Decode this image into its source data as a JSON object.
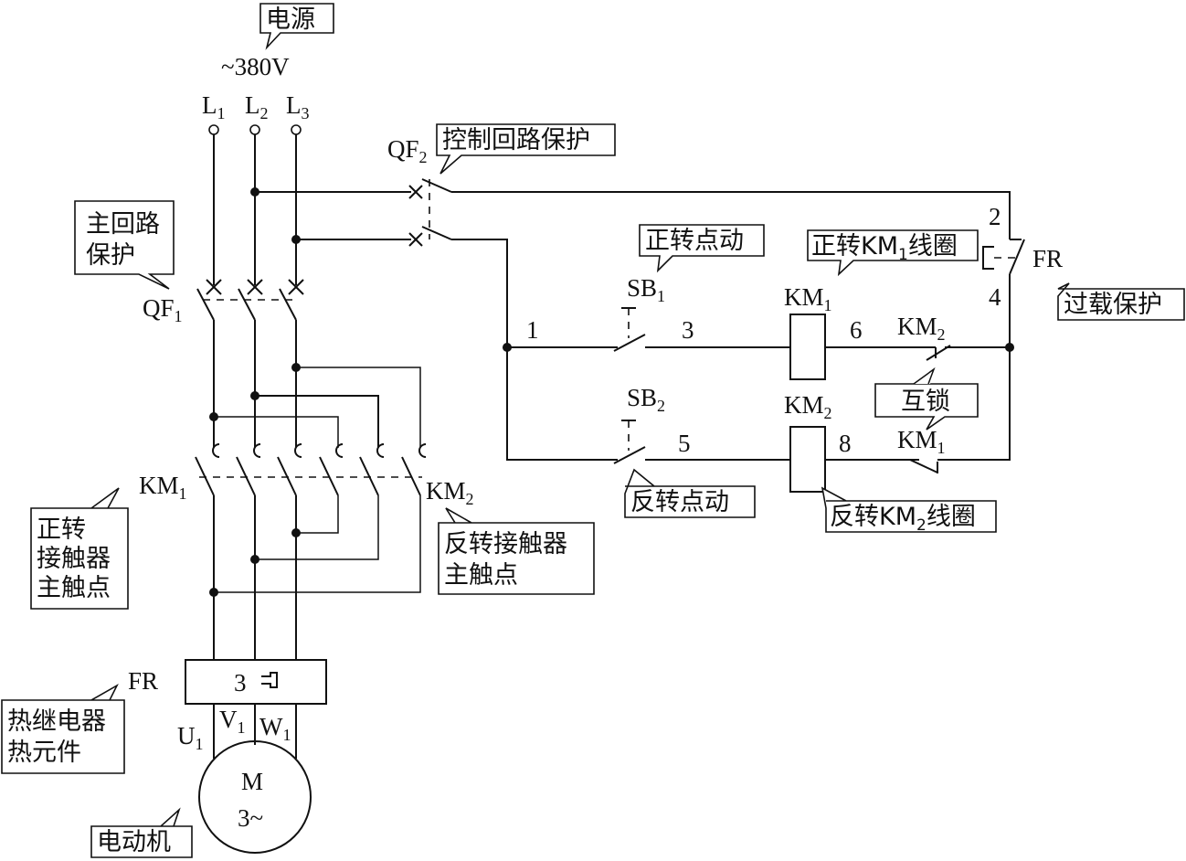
{
  "callouts": {
    "power": "电源",
    "control_protection": "控制回路保护",
    "main_protection": [
      "主回路",
      "保护"
    ],
    "forward_jog": "正转点动",
    "forward_coil": "正转KM",
    "forward_coil_sub": "1",
    "forward_coil_tail": "线圈",
    "overload_protection": "过载保护",
    "interlock": "互锁",
    "reverse_jog": "反转点动",
    "reverse_coil": "反转KM",
    "reverse_coil_sub": "2",
    "reverse_coil_tail": "线圈",
    "forward_contactor": [
      "正转",
      "接触器",
      "主触点"
    ],
    "reverse_contactor": [
      "反转接触器",
      "主触点"
    ],
    "thermal_relay": [
      "热继电器",
      "热元件"
    ],
    "motor": "电动机"
  },
  "labels": {
    "voltage": "~380V",
    "L1": "L",
    "L1_sub": "1",
    "L2": "L",
    "L2_sub": "2",
    "L3": "L",
    "L3_sub": "3",
    "QF1": "QF",
    "QF1_sub": "1",
    "QF2": "QF",
    "QF2_sub": "2",
    "KM1_main": "KM",
    "KM1_main_sub": "1",
    "KM2_main": "KM",
    "KM2_main_sub": "2",
    "FR_main": "FR",
    "FR_block": "3",
    "U1": "U",
    "U1_sub": "1",
    "V1": "V",
    "V1_sub": "1",
    "W1": "W",
    "W1_sub": "1",
    "motor_M": "M",
    "motor_phase": "3~",
    "SB1": "SB",
    "SB1_sub": "1",
    "SB2": "SB",
    "SB2_sub": "2",
    "KM1_coil": "KM",
    "KM1_coil_sub": "1",
    "KM2_coil": "KM",
    "KM2_coil_sub": "2",
    "KM2_interlock": "KM",
    "KM2_interlock_sub": "2",
    "KM1_interlock": "KM",
    "KM1_interlock_sub": "1",
    "FR_ctrl": "FR",
    "node1": "1",
    "node2": "2",
    "node3": "3",
    "node4": "4",
    "node5": "5",
    "node6": "6",
    "node8": "8"
  }
}
